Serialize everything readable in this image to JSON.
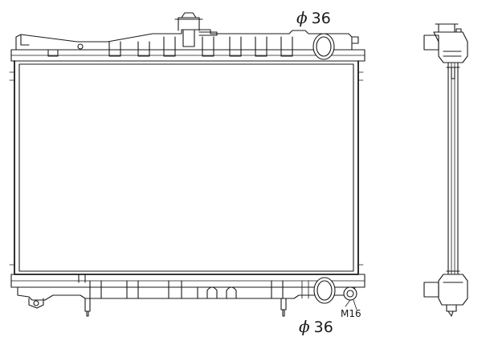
{
  "labels": {
    "top_diameter": "36",
    "bottom_diameter": "36",
    "thread": "M16"
  },
  "symbols": {
    "diameter": "ϕ"
  }
}
